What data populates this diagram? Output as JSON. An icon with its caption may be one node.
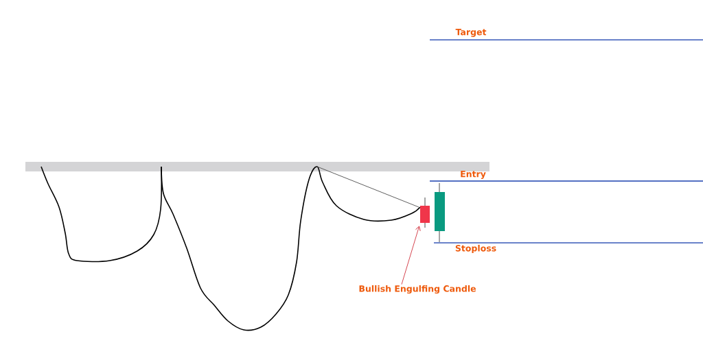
{
  "diagram": {
    "nodes": [
      {
        "text": [
          "Bullish Engulfing Candle"
        ]
      },
      {
        "text": [],
        "shape": "bar"
      }
    ],
    "edges": [
      {
        "from": 0,
        "to": 1,
        "arrow": "to",
        "color": "#d0313d"
      }
    ],
    "labels": [
      "Target",
      "Entry",
      "Stoploss"
    ]
  }
}
